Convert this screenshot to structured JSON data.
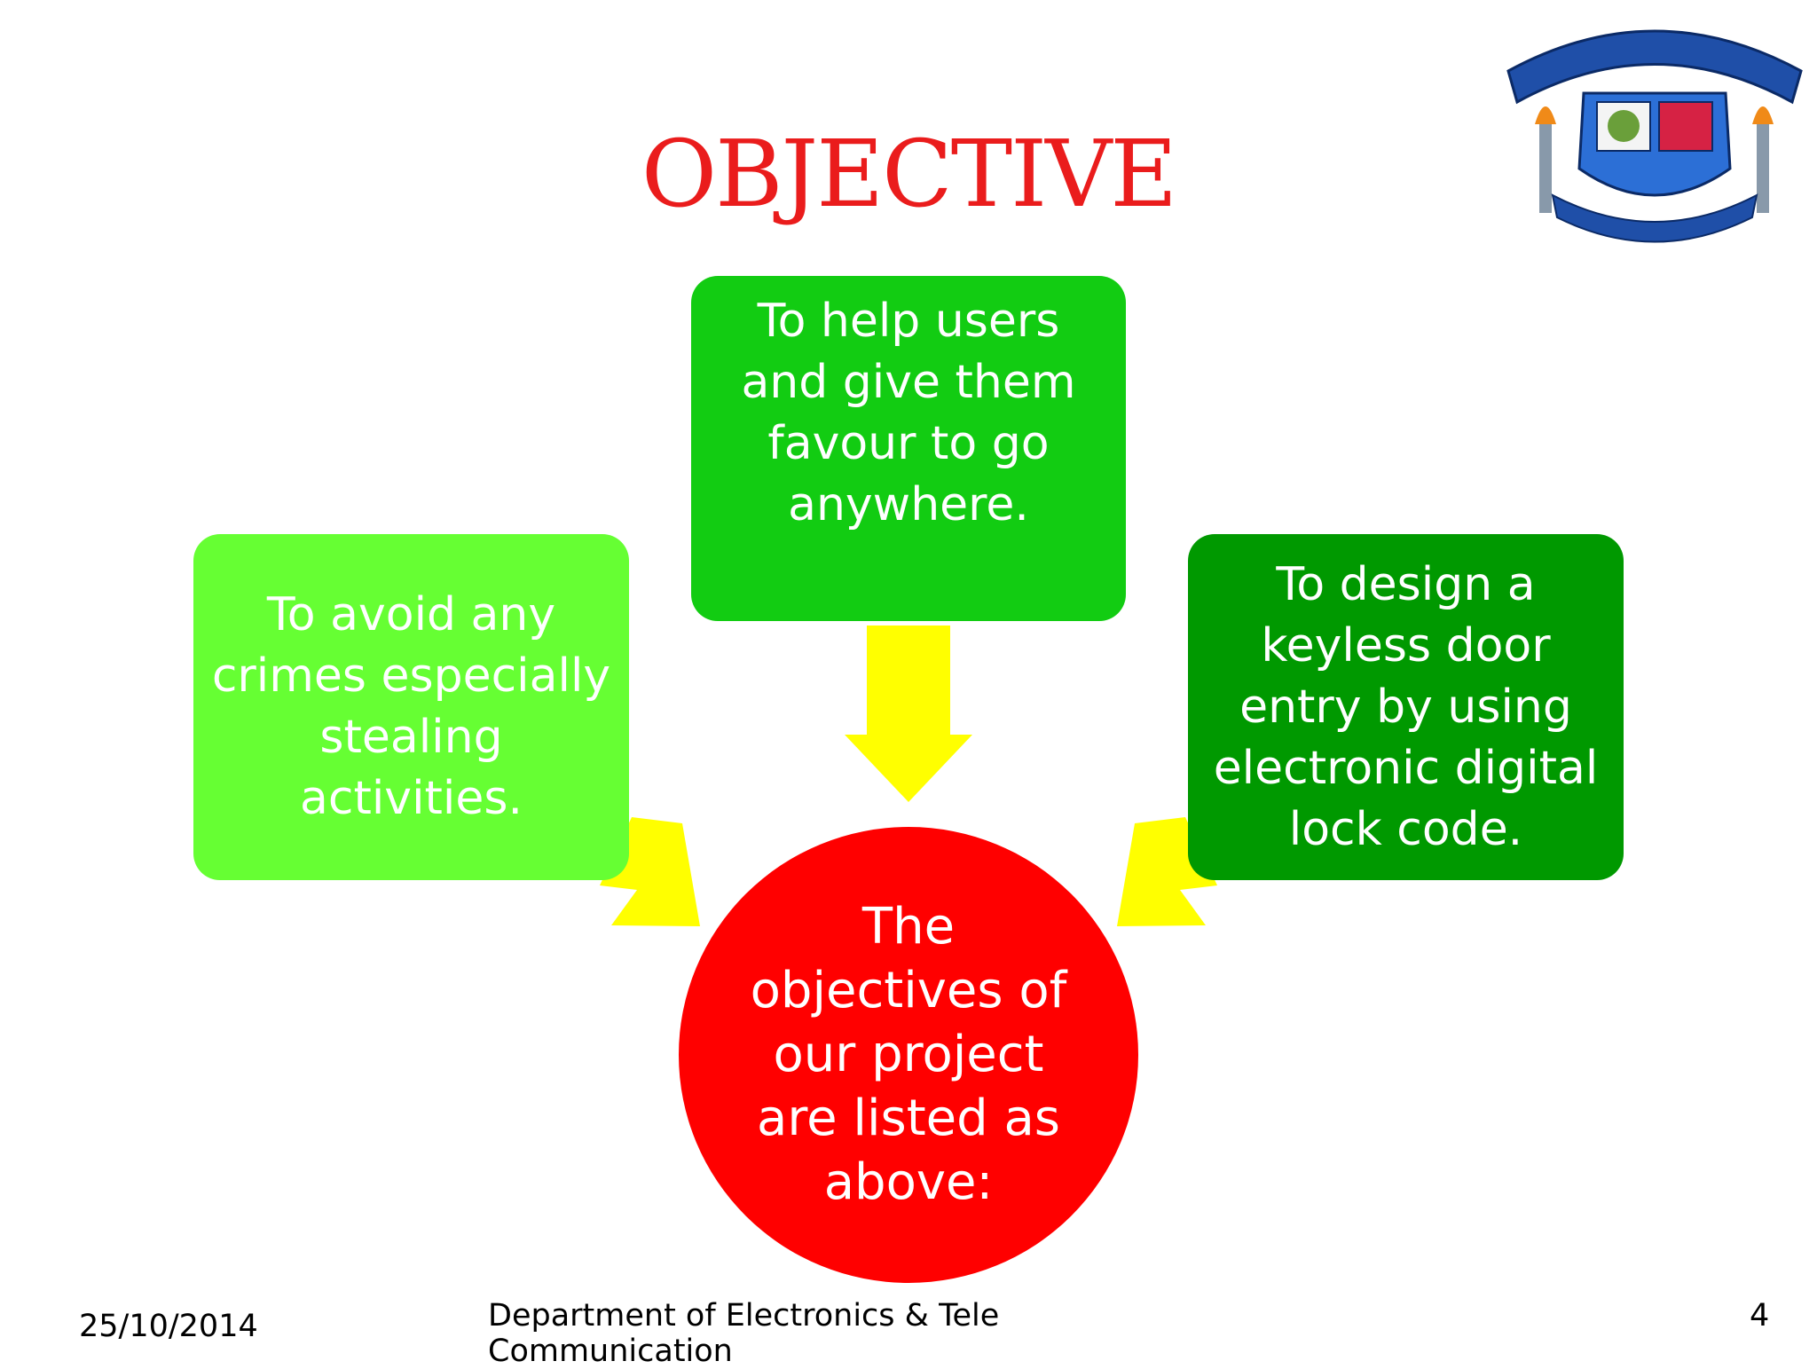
{
  "slide": {
    "title": "OBJECTIVE",
    "boxes": {
      "top": "To help users and give them favour to go anywhere.",
      "left": "To avoid any crimes especially stealing activities.",
      "right": "To design a keyless door entry by using electronic digital lock code."
    },
    "center": "The objectives of our project are listed as above:",
    "colors": {
      "title": "#ea1c1c",
      "box_top": "#12cc12",
      "box_left": "#66ff33",
      "box_right": "#009900",
      "center": "#ff0000",
      "arrows": "#ffff00"
    }
  },
  "logo": {
    "icon": "institute-emblem-logo"
  },
  "footer": {
    "date": "25/10/2014",
    "department": "Department of Electronics & Tele Communication",
    "page_number": "4"
  }
}
